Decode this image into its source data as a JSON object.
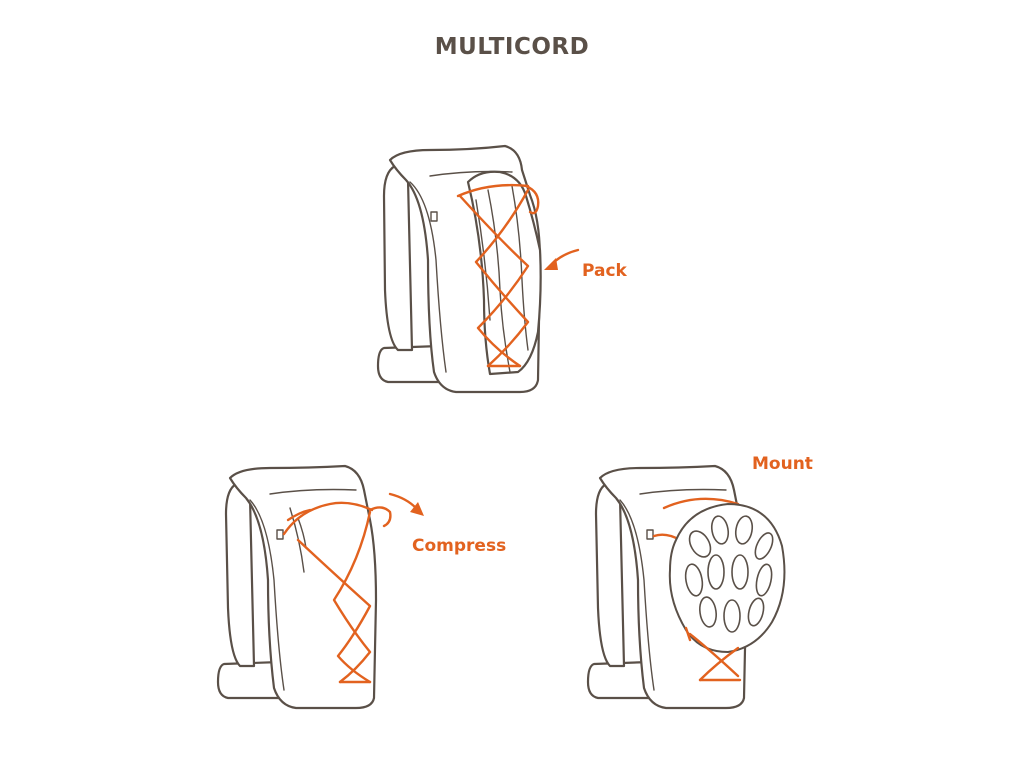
{
  "title": "MULTICORD",
  "panels": {
    "pack": {
      "label": "Pack",
      "icon": "backpack-with-jacket-icon"
    },
    "compress": {
      "label": "Compress",
      "icon": "backpack-compressed-icon"
    },
    "mount": {
      "label": "Mount",
      "icon": "backpack-with-helmet-icon"
    }
  },
  "colors": {
    "cord": "#e2621f",
    "outline": "#5a5048",
    "background": "#ffffff"
  }
}
